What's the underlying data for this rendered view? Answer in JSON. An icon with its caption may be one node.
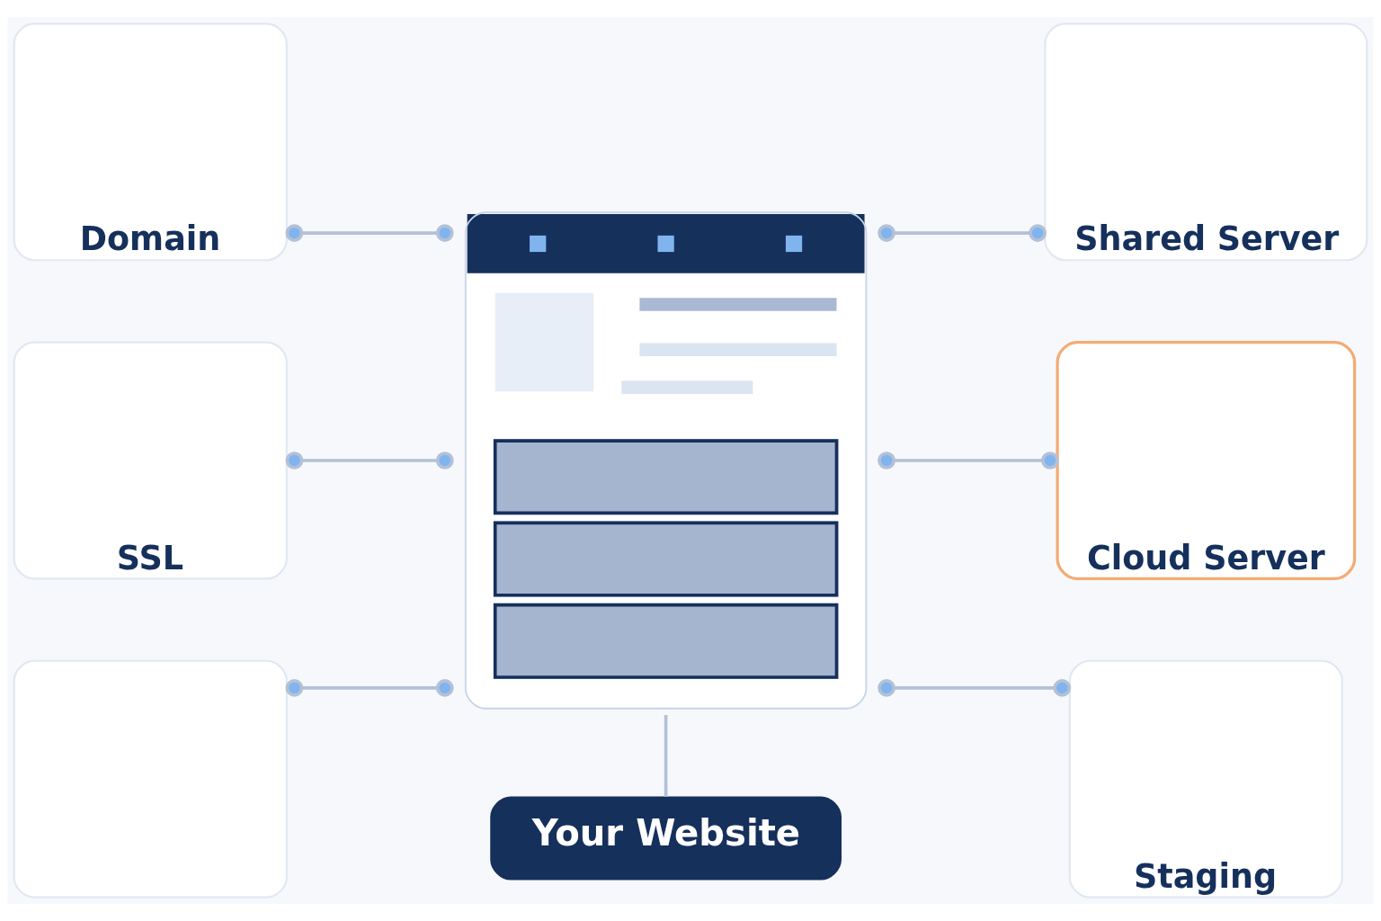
{
  "diagram": {
    "nodes": [
      {
        "text": [
          "Domain"
        ]
      },
      {
        "text": [
          "Shared Server"
        ]
      },
      {
        "text": [
          "SSL"
        ]
      },
      {
        "text": [],
        "shape": "picture"
      },
      {
        "text": [
          "Cloud Server"
        ]
      },
      {
        "text": [],
        "shape": "box"
      },
      {
        "text": [
          "Your Website"
        ]
      },
      {
        "text": [
          "Staging"
        ]
      }
    ],
    "edges": [
      {
        "from": 0,
        "to": 3,
        "arrow": "other"
      },
      {
        "from": 3,
        "to": 1,
        "arrow": "other"
      },
      {
        "from": 2,
        "to": 3,
        "arrow": "other"
      },
      {
        "from": 3,
        "to": 4,
        "arrow": "other"
      },
      {
        "from": 5,
        "to": 3,
        "arrow": "other"
      },
      {
        "from": 3,
        "to": 7,
        "arrow": "other"
      },
      {
        "from": 3,
        "to": 6,
        "arrow": "none"
      }
    ]
  }
}
